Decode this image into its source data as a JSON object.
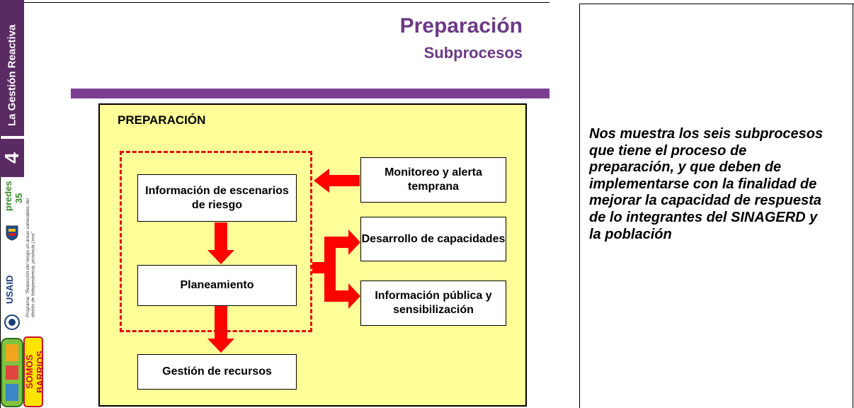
{
  "sidebar": {
    "section_title": "La Gestión Reactiva",
    "section_number": "4",
    "predes_logo": "predes 35",
    "usaid_logo": "USAID",
    "program_text": "Programa: \"Reducción del riesgo en áreas vulnerables del distrito de Independencia, provincia Lima\"",
    "barrios_logo": "SOMOS BARRIOS"
  },
  "slide": {
    "title": "Preparación",
    "subtitle": "Subprocesos"
  },
  "diagram": {
    "panel_title": "PREPARACIÓN",
    "nodes": {
      "info_escenarios": "Información de escenarios de riesgo",
      "planeamiento": "Planeamiento",
      "gestion_recursos": "Gestión de recursos",
      "monitoreo": "Monitoreo y alerta temprana",
      "desarrollo": "Desarrollo de capacidades",
      "informacion_publica": "Información pública y sensibilización"
    },
    "colors": {
      "panel": "#ffff99",
      "arrow": "#ff0000",
      "dashed_border": "#e01010",
      "title": "#6a3a86",
      "bar": "#7b3e93"
    }
  },
  "description": "Nos muestra los seis subprocesos que tiene el proceso de preparación, y que deben de implementarse con la finalidad de mejorar la capacidad de respuesta de lo integrantes del SINAGERD y la población"
}
